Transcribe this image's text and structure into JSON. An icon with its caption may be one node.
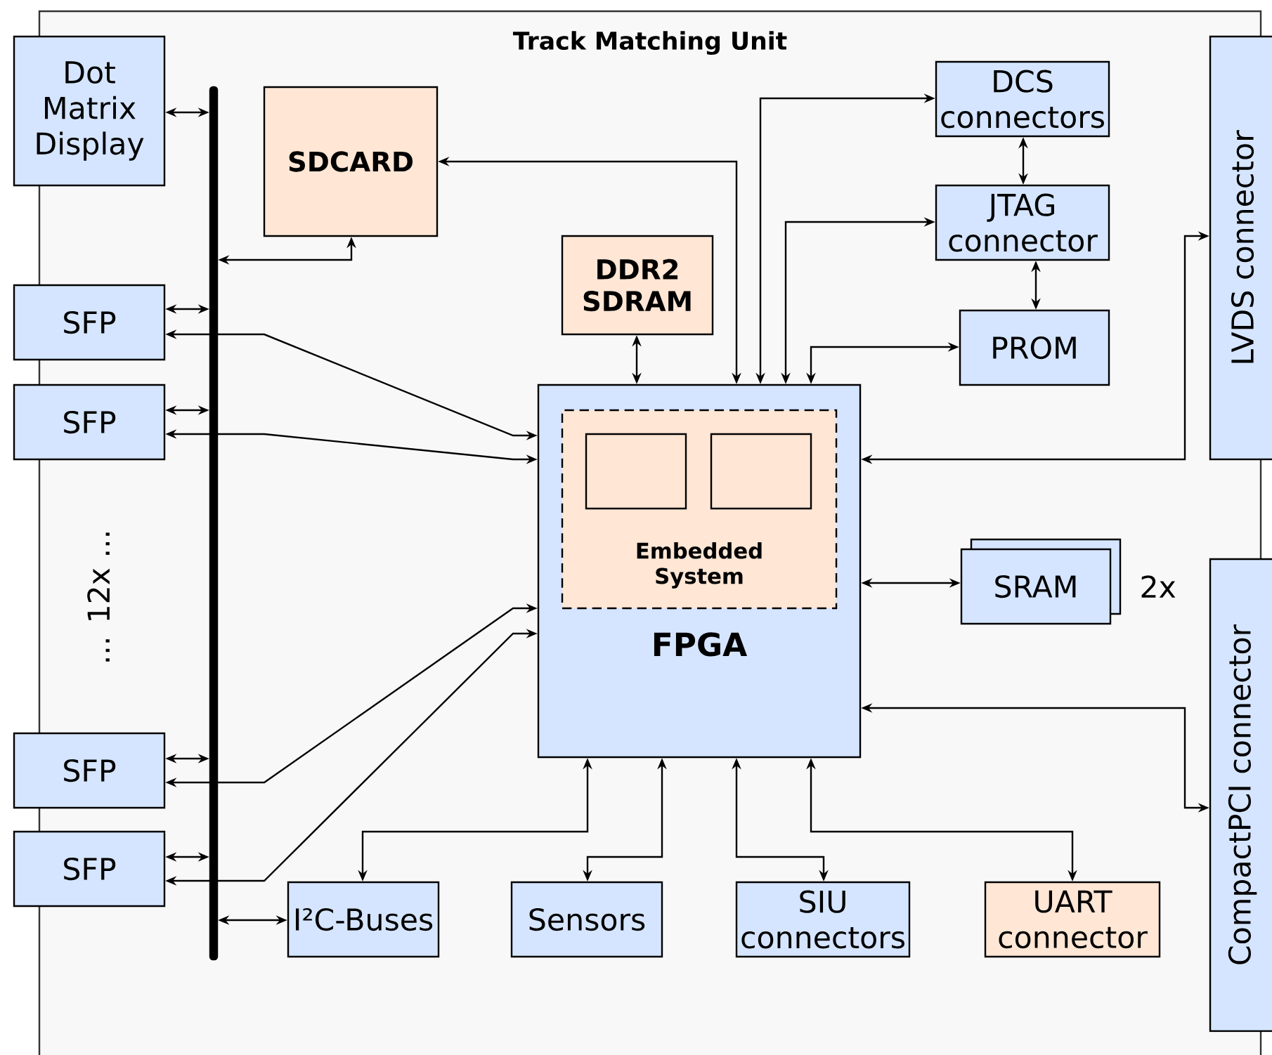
{
  "diagram": {
    "nodes": [
      {
        "text": [
          "Track Matching Unit"
        ]
      },
      {
        "text": [
          "Dot Matrix Display"
        ]
      },
      {
        "text": [],
        "shape": "bar",
        "in": 0
      },
      {
        "text": [
          "SDCARD"
        ],
        "in": 0
      },
      {
        "text": [
          "DDR2 SDRAM"
        ],
        "in": 0
      },
      {
        "text": [
          "DCS connectors"
        ],
        "in": 0
      },
      {
        "text": [
          "JTAG connector"
        ],
        "in": 0
      },
      {
        "text": [
          "PROM"
        ],
        "in": 0
      },
      {
        "text": [
          "LVDS connector"
        ]
      },
      {
        "text": [
          "SFP"
        ]
      },
      {
        "text": [
          "SFP"
        ]
      },
      {
        "text": [
          "FPGA"
        ],
        "in": 0
      },
      {
        "text": [
          "Embedded System"
        ],
        "in": 11
      },
      {
        "text": [],
        "shape": "box",
        "in": 12
      },
      {
        "text": [],
        "shape": "box",
        "in": 12
      },
      {
        "text": [
          "SRAM"
        ],
        "beside": [
          "2x"
        ],
        "in": 0
      },
      {
        "text": [
          "CompactPCI connector"
        ]
      },
      {
        "text": [
          "SFP"
        ]
      },
      {
        "text": [
          "SFP"
        ]
      },
      {
        "text": [
          "I²C-Buses"
        ],
        "in": 0
      },
      {
        "text": [
          "Sensors"
        ],
        "in": 0
      },
      {
        "text": [
          "SIU connectors"
        ],
        "in": 0
      },
      {
        "text": [
          "UART connector"
        ],
        "in": 0
      }
    ],
    "edges": [
      {
        "from": 1,
        "to": 2,
        "arrow": "both"
      },
      {
        "from": 2,
        "to": 3,
        "arrow": "both"
      },
      {
        "from": 9,
        "to": 2,
        "arrow": "both"
      },
      {
        "from": 10,
        "to": 2,
        "arrow": "both"
      },
      {
        "from": 17,
        "to": 2,
        "arrow": "both"
      },
      {
        "from": 18,
        "to": 2,
        "arrow": "both"
      },
      {
        "from": 2,
        "to": 19,
        "arrow": "both"
      },
      {
        "from": 9,
        "to": 11,
        "arrow": "both"
      },
      {
        "from": 10,
        "to": 11,
        "arrow": "both"
      },
      {
        "from": 17,
        "to": 11,
        "arrow": "both"
      },
      {
        "from": 18,
        "to": 11,
        "arrow": "both"
      },
      {
        "from": 11,
        "to": 3,
        "arrow": "both"
      },
      {
        "from": 4,
        "to": 11,
        "arrow": "both"
      },
      {
        "from": 11,
        "to": 5,
        "arrow": "both"
      },
      {
        "from": 11,
        "to": 6,
        "arrow": "both"
      },
      {
        "from": 11,
        "to": 7,
        "arrow": "both"
      },
      {
        "from": 5,
        "to": 6,
        "arrow": "both"
      },
      {
        "from": 6,
        "to": 7,
        "arrow": "both"
      },
      {
        "from": 11,
        "to": 8,
        "arrow": "both"
      },
      {
        "from": 11,
        "to": 15,
        "arrow": "both"
      },
      {
        "from": 11,
        "to": 16,
        "arrow": "both"
      },
      {
        "from": 11,
        "to": 19,
        "arrow": "both"
      },
      {
        "from": 11,
        "to": 20,
        "arrow": "both"
      },
      {
        "from": 11,
        "to": 21,
        "arrow": "both"
      },
      {
        "from": 11,
        "to": 22,
        "arrow": "both"
      }
    ],
    "labels": [
      "... 12x ..."
    ]
  }
}
